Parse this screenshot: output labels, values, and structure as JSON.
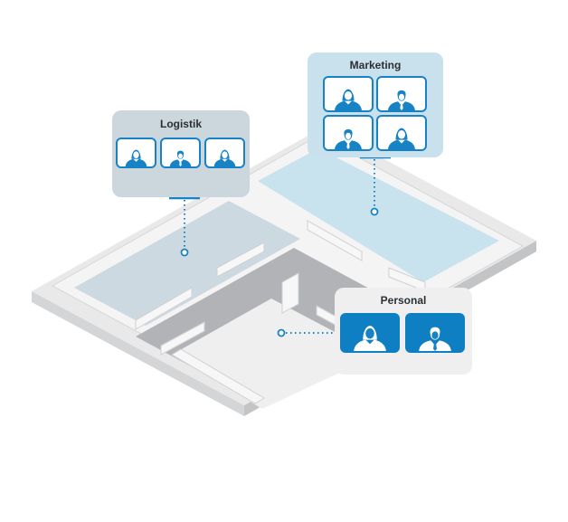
{
  "colors": {
    "accent": "#1783c4",
    "logistik_zone": "#ccd9e0",
    "marketing_zone": "#c8e2ee",
    "corridor": "#b1b3b6",
    "personal_zone": "#efefef",
    "floor": "#e9e9ea"
  },
  "departments": [
    {
      "id": "logistik",
      "title": "Logistik",
      "style": "outline",
      "avatars": [
        {
          "icon": "woman-icon"
        },
        {
          "icon": "man-icon"
        },
        {
          "icon": "woman-icon"
        }
      ]
    },
    {
      "id": "marketing",
      "title": "Marketing",
      "style": "outline",
      "avatars": [
        {
          "icon": "woman-icon"
        },
        {
          "icon": "man-icon"
        },
        {
          "icon": "man-icon"
        },
        {
          "icon": "woman-icon"
        }
      ]
    },
    {
      "id": "personal",
      "title": "Personal",
      "style": "filled",
      "avatars": [
        {
          "icon": "woman-icon"
        },
        {
          "icon": "man-icon"
        }
      ]
    }
  ]
}
